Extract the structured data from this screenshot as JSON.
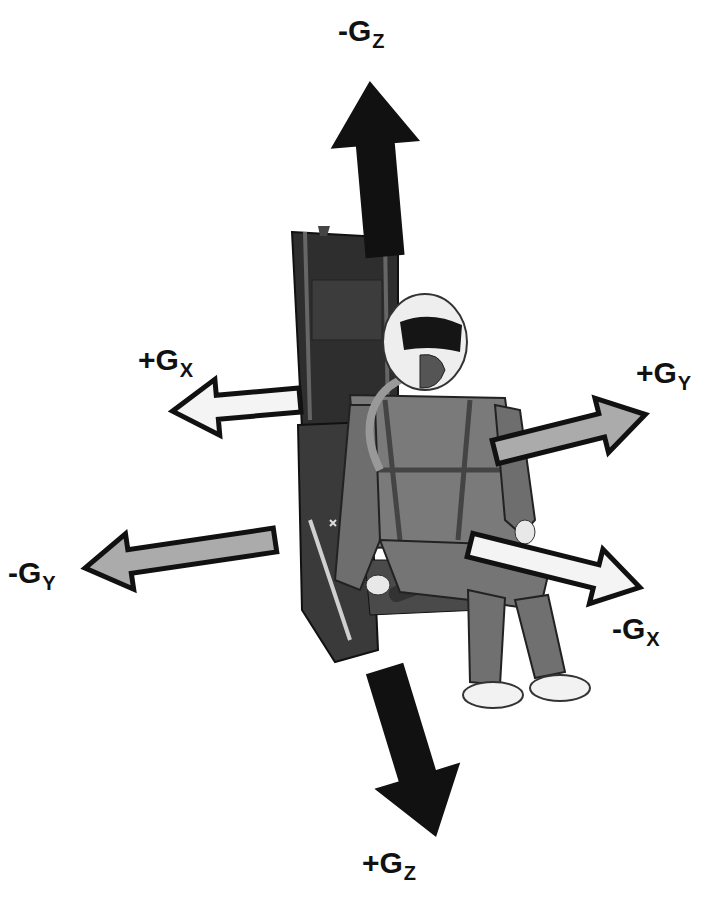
{
  "diagram": {
    "labels": [
      "-G",
      "Z",
      "+G",
      "X",
      "+G",
      "Y",
      "-G",
      "Y",
      "-G",
      "X",
      "+G",
      "Z"
    ]
  }
}
